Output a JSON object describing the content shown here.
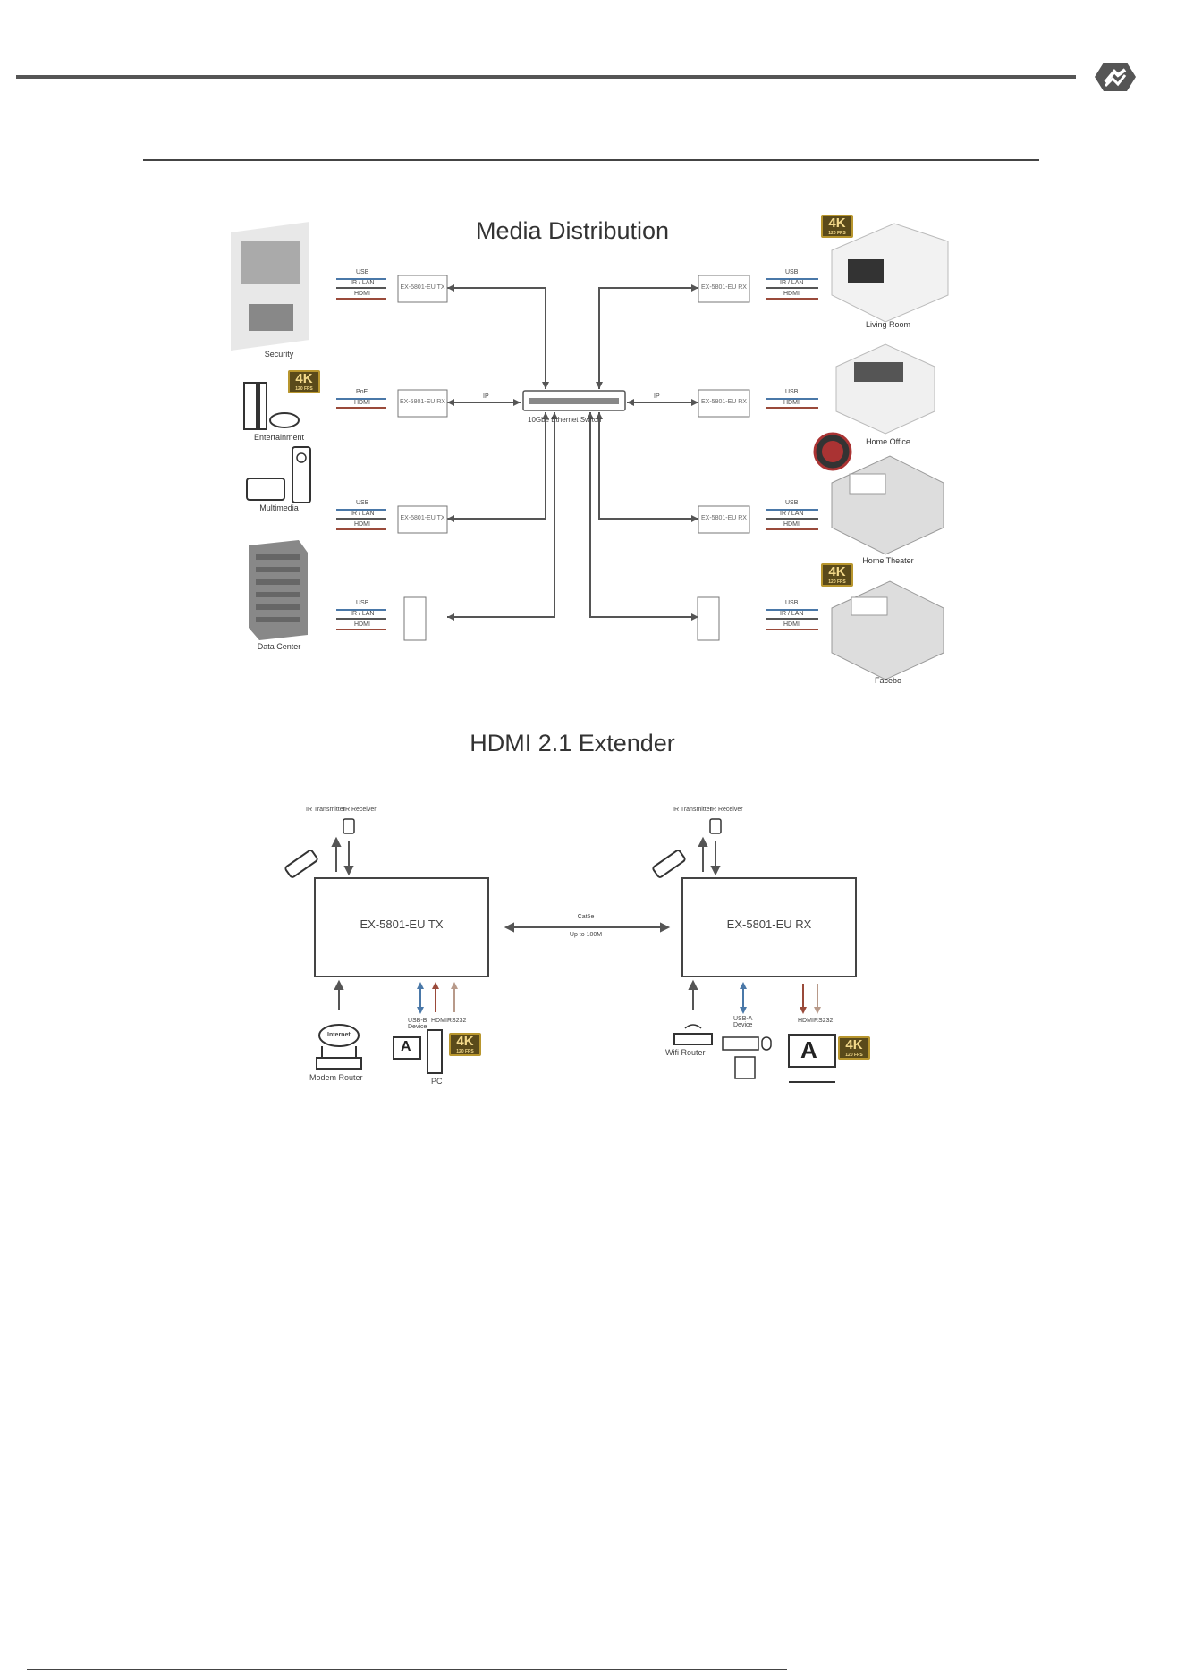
{
  "header": {
    "logo_icon": "brand-logo-icon"
  },
  "media": {
    "title": "Media Distribution",
    "switch_label": "10Gbe Ethernet Switch",
    "ip_label": "IP",
    "left": [
      {
        "scene": "Security",
        "device": "EX-5801-EU TX",
        "signals": [
          "USB",
          "IR / LAN",
          "HDMI"
        ]
      },
      {
        "scene": "Entertainment",
        "device": "EX-5801-EU RX",
        "signals": [
          "PoE",
          "HDMI"
        ]
      },
      {
        "scene": "Multimedia",
        "device": "EX-5801-EU TX",
        "signals": [
          "USB",
          "IR / LAN",
          "HDMI"
        ]
      },
      {
        "scene": "Data Center",
        "device": "",
        "signals": [
          "USB",
          "IR / LAN",
          "HDMI"
        ]
      }
    ],
    "right": [
      {
        "scene": "Living Room",
        "device": "EX-5801-EU RX",
        "signals": [
          "USB",
          "IR / LAN",
          "HDMI"
        ]
      },
      {
        "scene": "Home Office",
        "device": "EX-5801-EU RX",
        "signals": [
          "USB",
          "HDMI"
        ]
      },
      {
        "scene": "Home Theater",
        "device": "EX-5801-EU RX",
        "signals": [
          "USB",
          "IR / LAN",
          "HDMI"
        ]
      },
      {
        "scene": "Facebo",
        "device": "",
        "signals": [
          "USB",
          "IR / LAN",
          "HDMI"
        ]
      }
    ],
    "badge": {
      "big": "4K",
      "tiny": "120 FPS"
    }
  },
  "hdmi": {
    "title": "HDMI 2.1 Extender",
    "tx_label": "EX-5801-EU TX",
    "rx_label": "EX-5801-EU RX",
    "cable_line1": "Cat5e",
    "cable_line2": "Up to 100M",
    "tx_ir_transmitter": "IR Transmitter",
    "tx_ir_receiver": "IR Receiver",
    "rx_ir_transmitter": "IR Transmitter",
    "rx_ir_receiver": "IR Receiver",
    "tx_bottom": [
      "USB-B Device",
      "HDMI",
      "RS232"
    ],
    "rx_bottom": [
      "USB-A Device",
      "HDMI",
      "RS232"
    ],
    "modem_label": "Modem Router",
    "internet_label": "Internet",
    "pc_label": "PC",
    "wifi_label": "Wifi Router",
    "screen_letter": "A"
  },
  "colors": {
    "usb": "#4a78a8",
    "ir": "#555555",
    "hdmi": "#9a4a3a",
    "rs232": "#b89a8a",
    "wire": "#555555"
  }
}
